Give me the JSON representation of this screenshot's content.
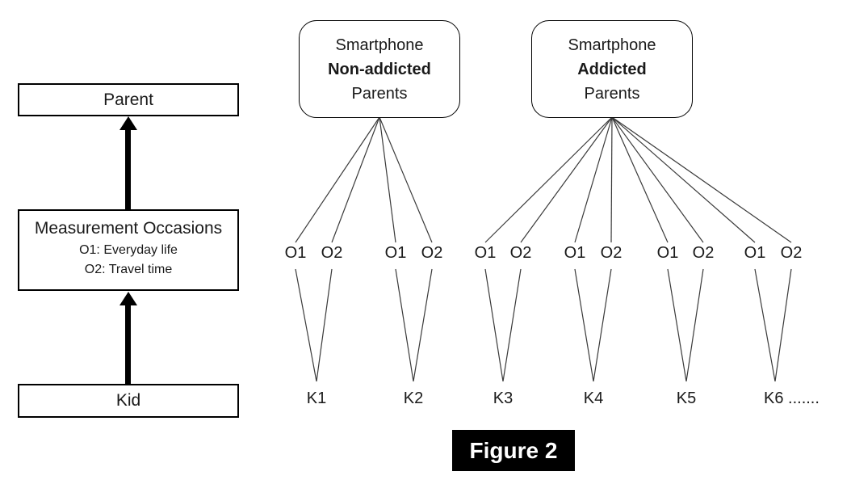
{
  "figure": {
    "caption": "Figure 2"
  },
  "left_flow": {
    "parent_label": "Parent",
    "measurement_title": "Measurement Occasions",
    "measurement_sub1": "O1: Everyday life",
    "measurement_sub2": "O2: Travel time",
    "kid_label": "Kid"
  },
  "parent_groups": [
    {
      "line1": "Smartphone",
      "line2_bold": "Non-addicted",
      "line3": "Parents"
    },
    {
      "line1": "Smartphone",
      "line2_bold": "Addicted",
      "line3": "Parents"
    }
  ],
  "occasion_pairs": [
    {
      "o1": "O1",
      "o2": "O2"
    },
    {
      "o1": "O1",
      "o2": "O2"
    },
    {
      "o1": "O1",
      "o2": "O2"
    },
    {
      "o1": "O1",
      "o2": "O2"
    },
    {
      "o1": "O1",
      "o2": "O2"
    },
    {
      "o1": "O1",
      "o2": "O2"
    }
  ],
  "kid_labels": [
    "K1",
    "K2",
    "K3",
    "K4",
    "K5",
    "K6 ......."
  ]
}
